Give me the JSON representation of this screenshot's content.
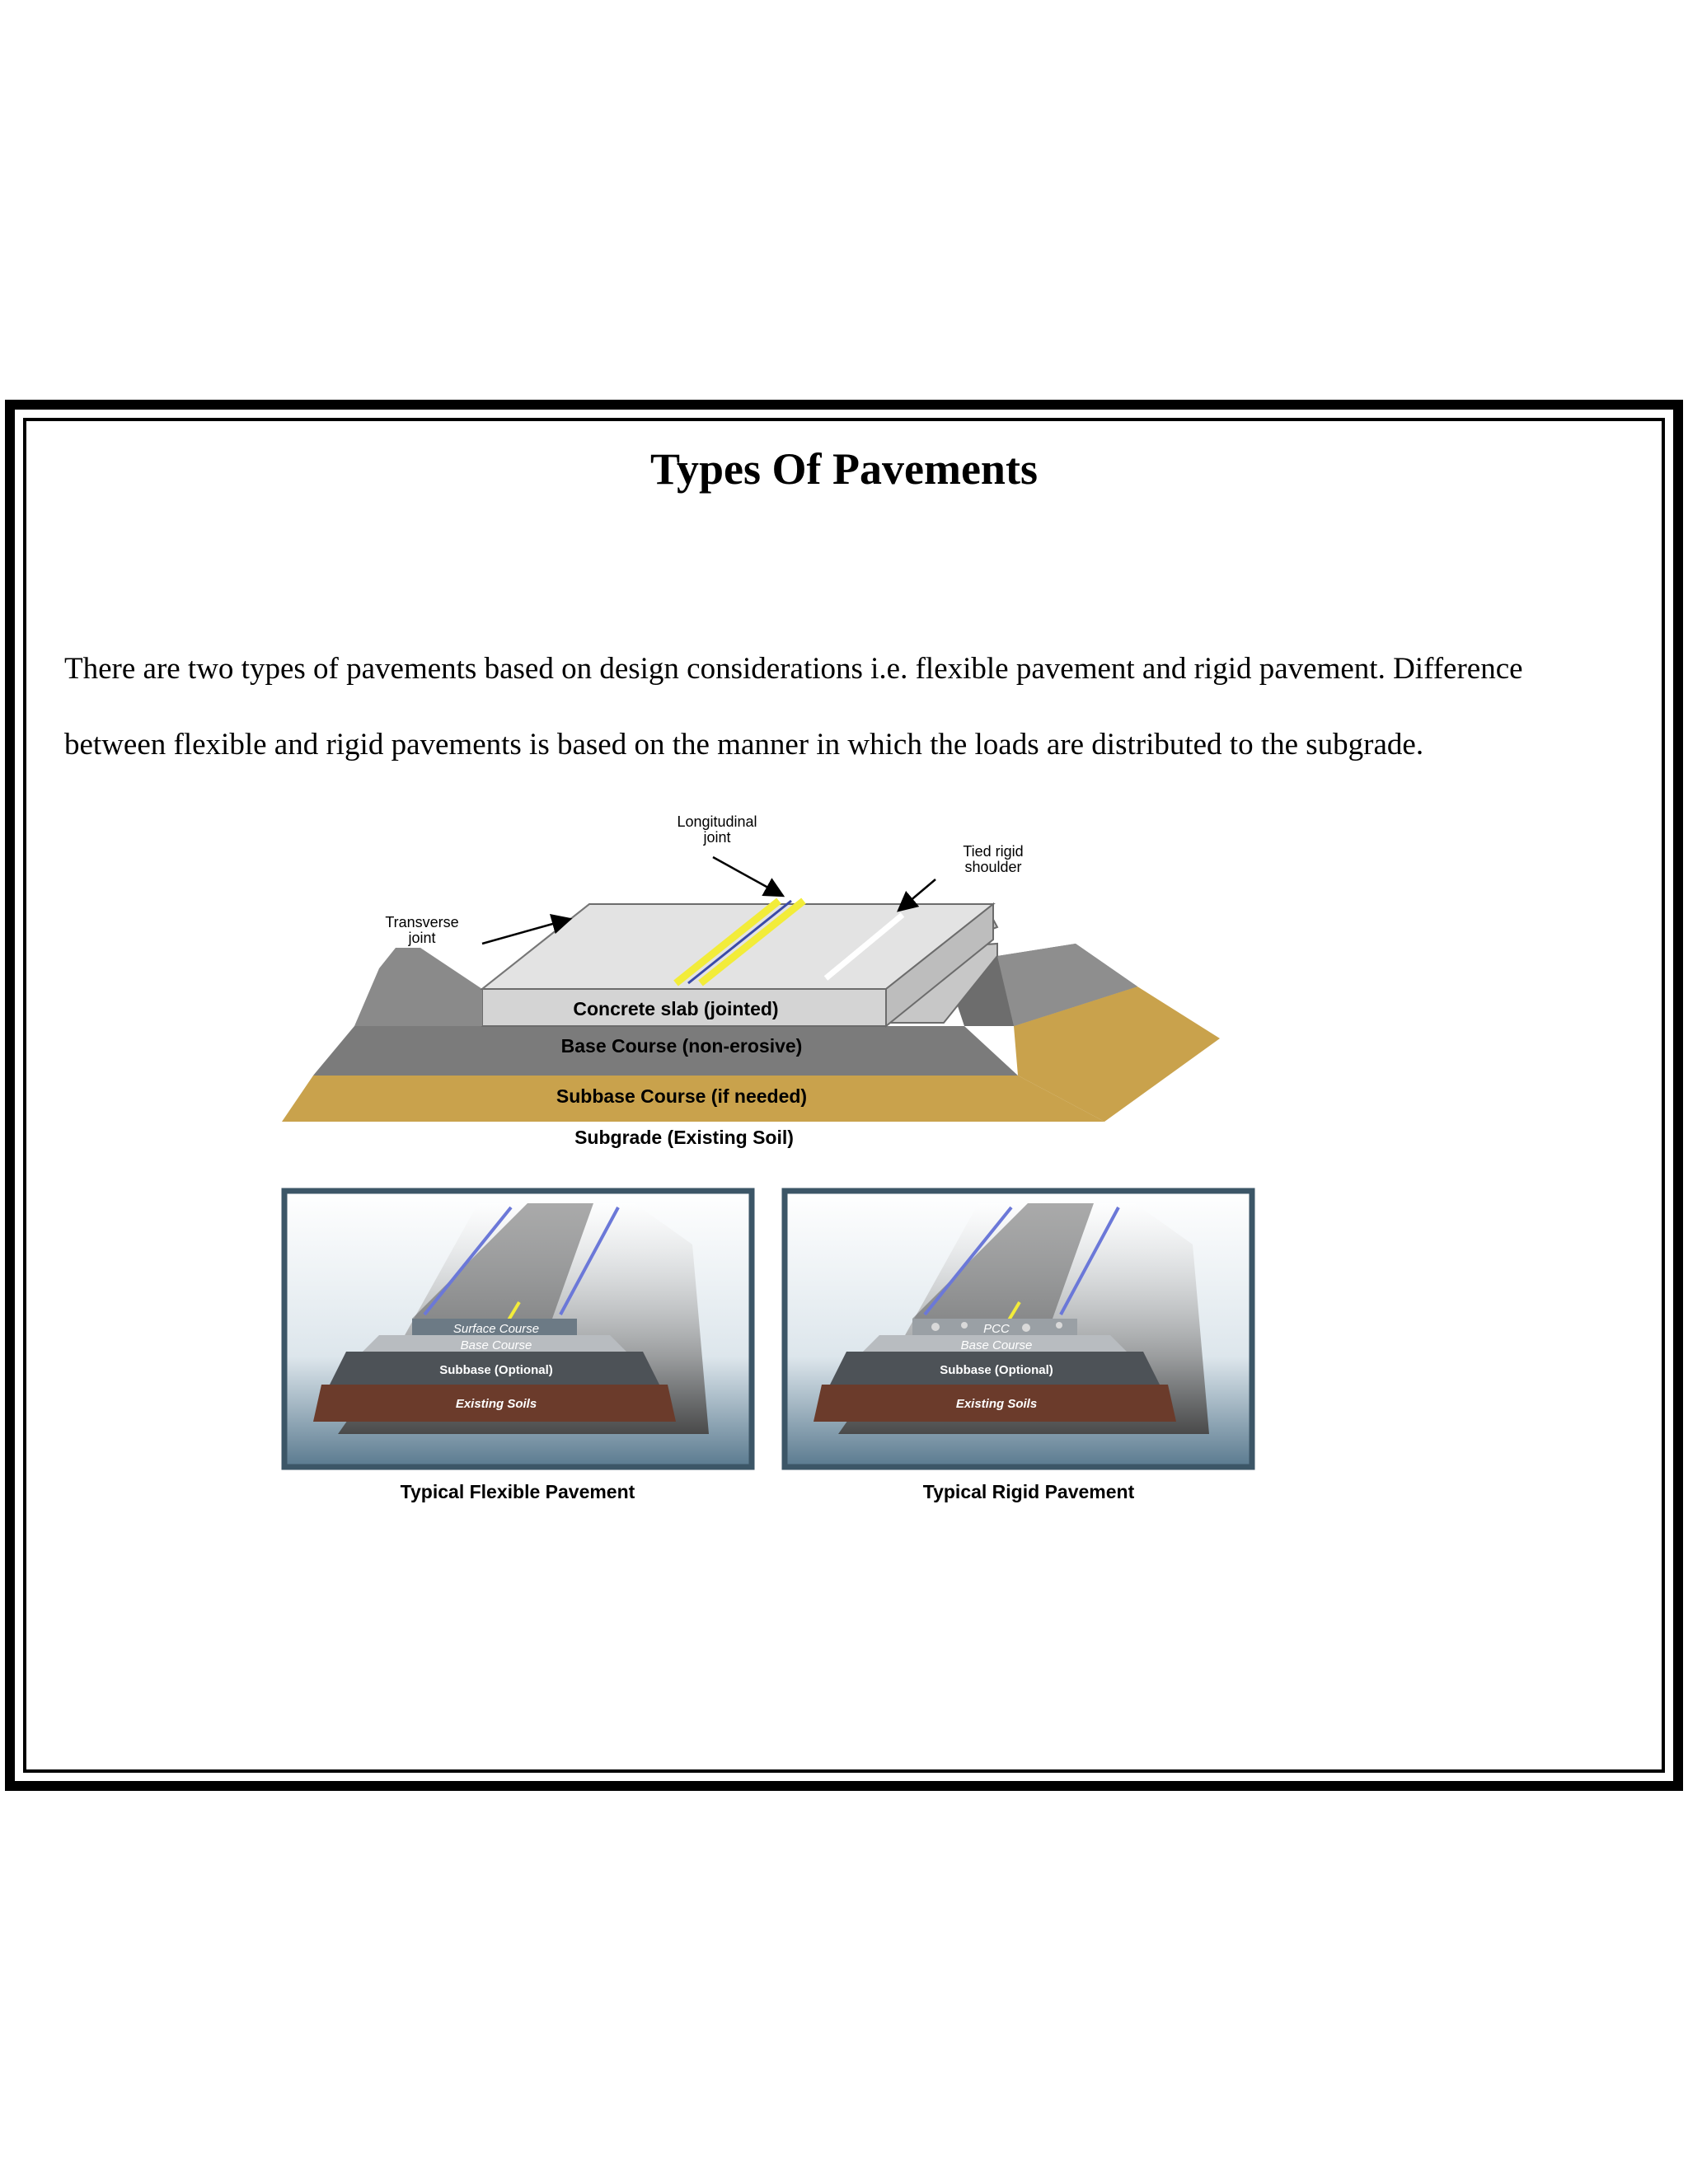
{
  "document": {
    "title": "Types Of Pavements",
    "paragraph_line_1": "There are two types of pavements based on design considerations i.e. flexible pavement and rigid pavement. Difference",
    "paragraph_line_2": "between flexible and rigid pavements is based on the manner in which the loads are distributed to the subgrade."
  },
  "figure_top": {
    "callouts": {
      "longitudinal_line1": "Longitudinal",
      "longitudinal_line2": "joint",
      "tied_line1": "Tied rigid",
      "tied_line2": "shoulder",
      "transverse_line1": "Transverse",
      "transverse_line2": "joint"
    },
    "layers": {
      "concrete_slab": "Concrete slab (jointed)",
      "base_course": "Base Course (non-erosive)",
      "subbase_course": "Subbase Course (if needed)",
      "subgrade": "Subgrade (Existing Soil)"
    }
  },
  "figure_bottom": {
    "flexible": {
      "caption": "Typical Flexible Pavement",
      "layers": [
        "Surface Course",
        "Base Course",
        "Subbase (Optional)",
        "Existing Soils"
      ]
    },
    "rigid": {
      "caption": "Typical Rigid Pavement",
      "layers": [
        "PCC",
        "Base Course",
        "Subbase (Optional)",
        "Existing Soils"
      ]
    }
  },
  "colors": {
    "slab": "#d9d9d9",
    "base": "#7a7a7a",
    "subbase": "#c9a24c",
    "joint_yellow": "#f2ec3a",
    "panel_border": "#3c5667"
  }
}
